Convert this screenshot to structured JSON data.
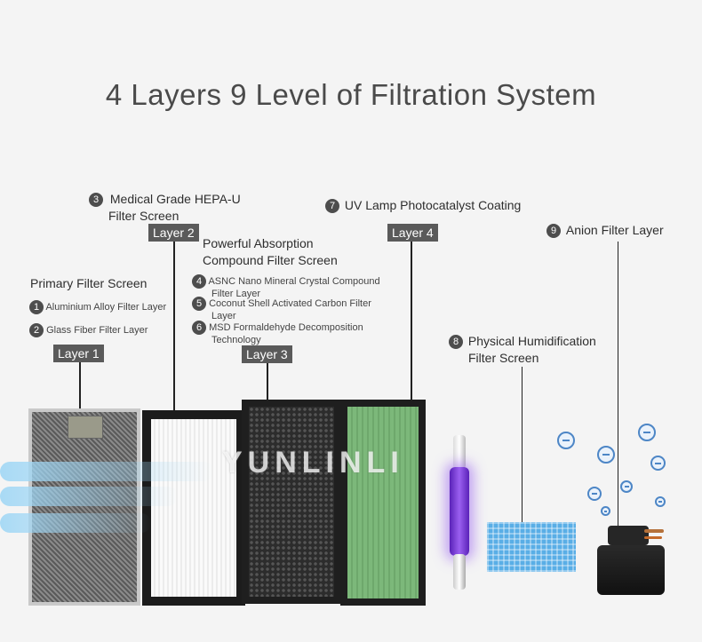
{
  "title": "4 Layers 9 Level of Filtration System",
  "watermark": "YUNLINLI",
  "layers": {
    "layer1": {
      "tag": "Layer 1",
      "heading": "Primary Filter Screen",
      "items": [
        {
          "num": "1",
          "text": "Aluminium Alloy Filter Layer"
        },
        {
          "num": "2",
          "text": "Glass Fiber Filter Layer"
        }
      ]
    },
    "layer2": {
      "tag": "Layer 2",
      "num": "3",
      "heading_line1": "Medical Grade HEPA-U",
      "heading_line2": "Filter Screen"
    },
    "layer3": {
      "tag": "Layer 3",
      "heading_line1": "Powerful Absorption",
      "heading_line2": "Compound Filter Screen",
      "items": [
        {
          "num": "4",
          "line1": "ASNC Nano Mineral Crystal Compound",
          "line2": "Filter Layer"
        },
        {
          "num": "5",
          "line1": "Coconut Shell Activated Carbon Filter",
          "line2": "Layer"
        },
        {
          "num": "6",
          "line1": "MSD Formaldehyde Decomposition",
          "line2": "Technology"
        }
      ]
    },
    "layer4": {
      "tag": "Layer 4",
      "num": "7",
      "heading": "UV Lamp Photocatalyst Coating"
    }
  },
  "humidification": {
    "num": "8",
    "line1": "Physical Humidification",
    "line2": "Filter Screen"
  },
  "anion": {
    "num": "9",
    "heading": "Anion Filter Layer"
  },
  "colors": {
    "tag_bg": "#5a5a5a",
    "hepa_green": "#7cb87a",
    "uv_purple": "#7b3fd0",
    "humid_blue": "#59aee6",
    "bubble_blue": "#4d86c6"
  }
}
